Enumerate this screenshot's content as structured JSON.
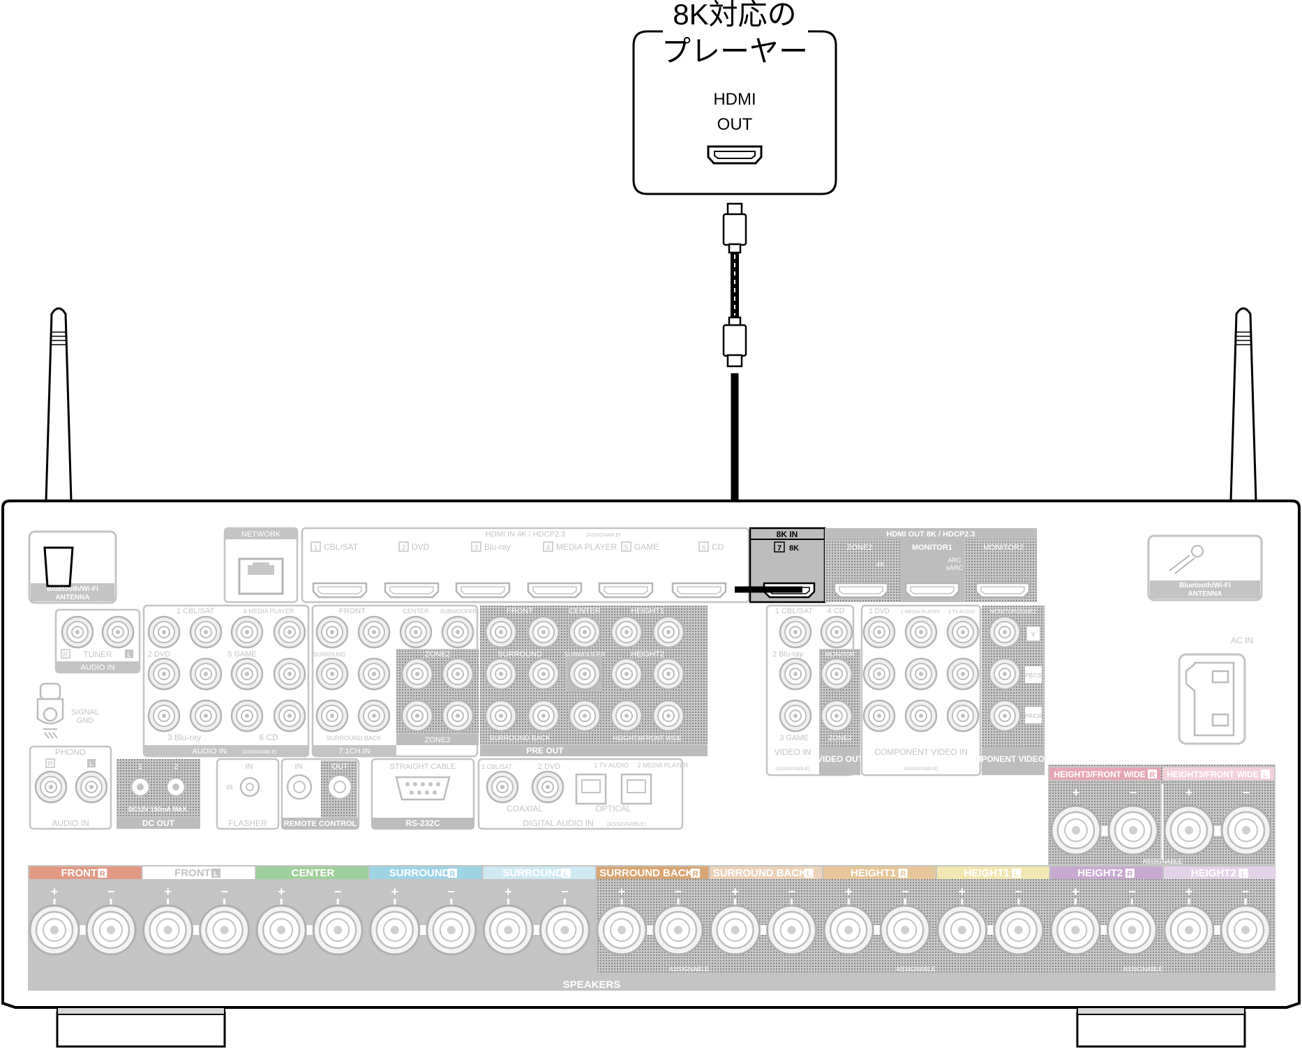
{
  "player": {
    "title_line1": "8K対応の",
    "title_line2": "プレーヤー",
    "port_line1": "HDMI",
    "port_line2": "OUT"
  },
  "receiver": {
    "antenna_left": [
      "Bluetooth/Wi-Fi",
      "ANTENNA"
    ],
    "antenna_right": [
      "Bluetooth/Wi-Fi",
      "ANTENNA"
    ],
    "network": "NETWORK",
    "hdmi_in_title": "HDMI IN  4K / HDCP2.3",
    "hdmi_in_assignable": "(ASSIGNABLE)",
    "hdmi_in_ports": [
      {
        "num": "1",
        "name": "CBL/SAT"
      },
      {
        "num": "2",
        "name": "DVD"
      },
      {
        "num": "3",
        "name": "Blu-ray"
      },
      {
        "num": "4",
        "name": "MEDIA PLAYER"
      },
      {
        "num": "5",
        "name": "GAME"
      },
      {
        "num": "6",
        "name": "CD"
      }
    ],
    "hdmi_8k_in": {
      "title": "8K  IN",
      "num": "7",
      "name": "8K"
    },
    "hdmi_out_title": "HDMI OUT  8K / HDCP2.3",
    "hdmi_out_ports": {
      "zone2": "ZONE2",
      "zone2_4k": "4K",
      "monitor1": "MONITOR1",
      "arc1": "ARC",
      "arc2": "eARC",
      "monitor2": "MONITOR2"
    },
    "tuner": {
      "title": "TUNER",
      "sub": "AUDIO IN",
      "r": "R",
      "l": "L"
    },
    "signal_gnd": [
      "SIGNAL",
      "GND"
    ],
    "audio_in": {
      "labels": [
        "1 CBL/SAT",
        "4 MEDIA PLAYER",
        "2 DVD",
        "5 GAME",
        "3 Blu-ray",
        "6 CD"
      ],
      "title": "AUDIO IN",
      "assignable": "(ASSIGNABLE)"
    },
    "ch71_in": {
      "labels": [
        "FRONT",
        "CENTER",
        "SUBWOOFER",
        "SURROUND",
        "SURROUND BACK"
      ],
      "title": "7.1CH IN"
    },
    "zone2_pre": "ZONE2",
    "zone3_pre": "ZONE3",
    "pre_out": {
      "labels": [
        "FRONT",
        "CENTER",
        "HEIGHT1",
        "SURROUND",
        "SUBWOOFER",
        "HEIGHT2",
        "SURROUND BACK",
        "HEIGHT3/FRONT WIDE"
      ],
      "title": "PRE OUT"
    },
    "video_in": {
      "labels": [
        "1 CBL/SAT",
        "4 CD",
        "2 Blu-ray",
        "3 GAME"
      ],
      "title": "VIDEO IN",
      "assignable": "(ASSIGNABLE)"
    },
    "video_out": {
      "monitor": "MONITOR",
      "zone2": "ZONE2",
      "title": "VIDEO OUT"
    },
    "component_in": {
      "labels": [
        "1 DVD",
        "2 MEDIA PLAYER",
        "3 TV AUDIO"
      ],
      "title": "COMPONENT VIDEO IN",
      "assignable": "(ASSIGNABLE)"
    },
    "component_out": {
      "label": "MONITOR/ZONE2",
      "y": "Y",
      "pb": "PB/CB",
      "pr": "PR/CR",
      "title": "COMPONENT VIDEO OUT"
    },
    "ac_in": "AC IN",
    "phono": {
      "title": "PHONO",
      "sub": "AUDIO IN",
      "r": "R",
      "l": "L"
    },
    "dc_out": {
      "n1": "1",
      "n2": "2",
      "spec": "DC12V 150mA MAX.",
      "title": "DC OUT"
    },
    "flasher": {
      "in": "IN",
      "ir": "IR",
      "title": "FLASHER"
    },
    "remote": {
      "in": "IN",
      "out": "OUT",
      "title": "REMOTE CONTROL"
    },
    "rs232c": {
      "cable": "STRAIGHT CABLE",
      "title": "RS-232C"
    },
    "digital_in": {
      "l1": "1 CBL/SAT",
      "l2": "2 DVD",
      "l3": "1 TV AUDIO",
      "l4": "2 MEDIA PLAYER",
      "coaxial": "COAXIAL",
      "optical": "OPTICAL",
      "title": "DIGITAL AUDIO IN",
      "assignable": "(ASSIGNABLE)"
    },
    "speakers": {
      "channels": [
        {
          "name": "FRONT",
          "side": "R",
          "color": "#e29a85"
        },
        {
          "name": "FRONT",
          "side": "L",
          "color": "#ffffff"
        },
        {
          "name": "CENTER",
          "side": "",
          "color": "#9fcf9b"
        },
        {
          "name": "SURROUND",
          "side": "R",
          "color": "#9fd3e6"
        },
        {
          "name": "SURROUND",
          "side": "L",
          "color": "#cfe9f2"
        },
        {
          "name": "SURROUND BACK",
          "side": "R",
          "color": "#d9a574"
        },
        {
          "name": "SURROUND BACK",
          "side": "L",
          "color": "#ecd2b8"
        },
        {
          "name": "HEIGHT1",
          "side": "R",
          "color": "#e6c69a"
        },
        {
          "name": "HEIGHT1",
          "side": "L",
          "color": "#f2e6b3"
        },
        {
          "name": "HEIGHT2",
          "side": "R",
          "color": "#c9a9d1"
        },
        {
          "name": "HEIGHT2",
          "side": "L",
          "color": "#e4d3e8"
        }
      ],
      "height3": [
        {
          "name": "HEIGHT3/FRONT WIDE",
          "side": "R",
          "color": "#e6a6b5"
        },
        {
          "name": "HEIGHT3/FRONT WIDE",
          "side": "L",
          "color": "#f2d0da"
        }
      ],
      "plus": "+",
      "minus": "−",
      "assignable": "ASSIGNABLE",
      "title": "SPEAKERS"
    }
  }
}
